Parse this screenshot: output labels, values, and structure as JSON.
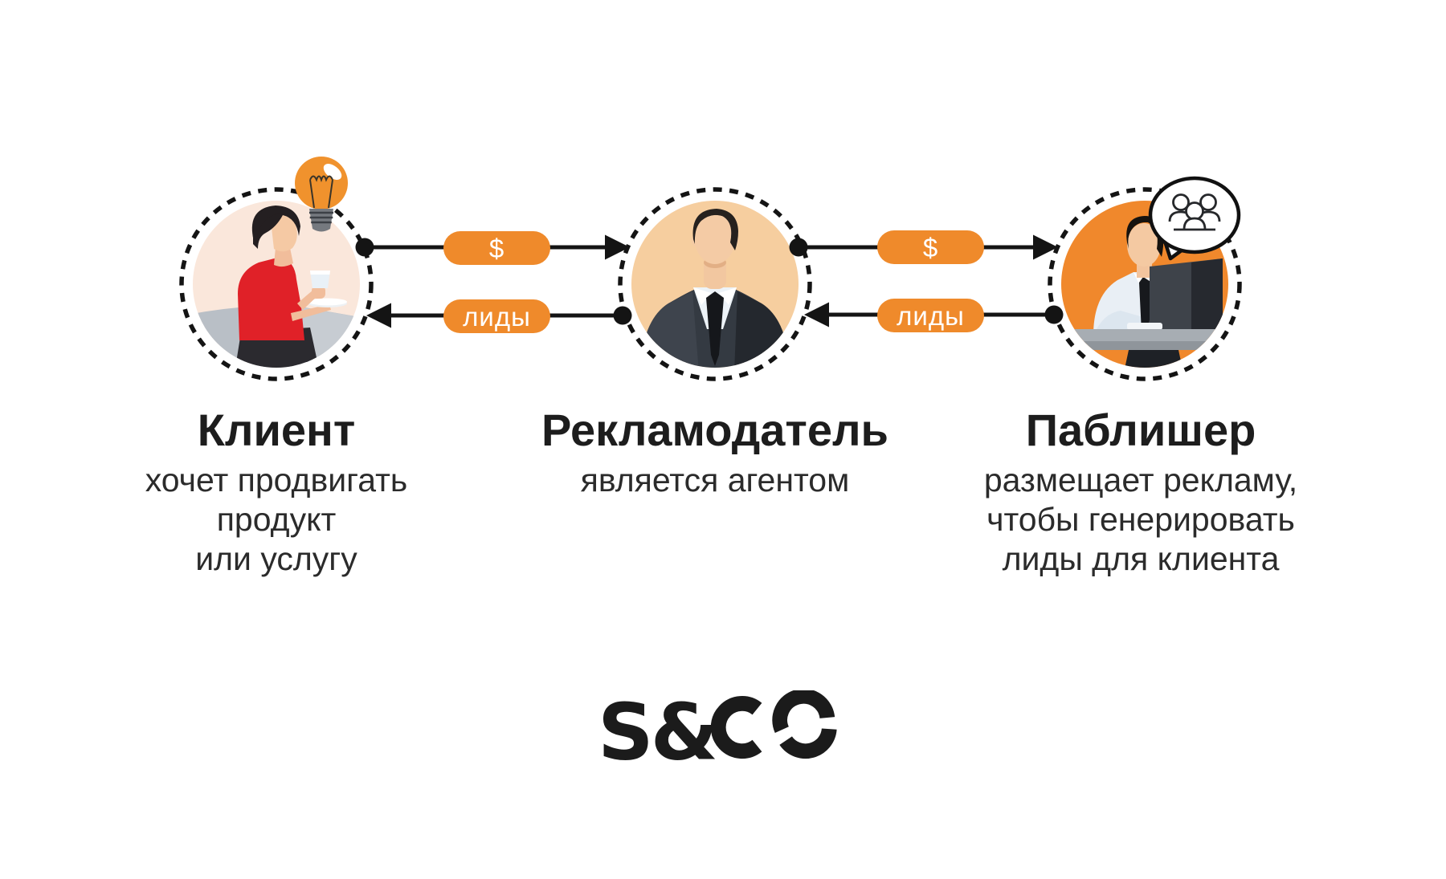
{
  "personas": [
    {
      "id": "client",
      "title": "Клиент",
      "description_lines": [
        "хочет продвигать",
        "продукт",
        "или услугу"
      ],
      "icon": "lightbulb-icon"
    },
    {
      "id": "advertiser",
      "title": "Рекламодатель",
      "description_lines": [
        "является агентом"
      ],
      "icon": ""
    },
    {
      "id": "publisher",
      "title": "Паблишер",
      "description_lines": [
        "размещает рекламу,",
        "чтобы генерировать",
        "лиды для клиента"
      ],
      "icon": "speech-bubble-people-icon"
    }
  ],
  "flows": [
    {
      "from": "client",
      "to": "advertiser",
      "label": "$"
    },
    {
      "from": "advertiser",
      "to": "client",
      "label": "лиды"
    },
    {
      "from": "advertiser",
      "to": "publisher",
      "label": "$"
    },
    {
      "from": "publisher",
      "to": "advertiser",
      "label": "лиды"
    }
  ],
  "logo": {
    "text": "S&CO",
    "prefix": "S&"
  },
  "colors": {
    "accent_orange": "#EF8A2B",
    "circle_client_bg": "#FAE7DB",
    "circle_advertiser_bg": "#F6CE9F",
    "circle_publisher_bg": "#F0882C",
    "line_black": "#141414",
    "title_text": "#1D1D1D",
    "body_text": "#2B2B2B"
  }
}
